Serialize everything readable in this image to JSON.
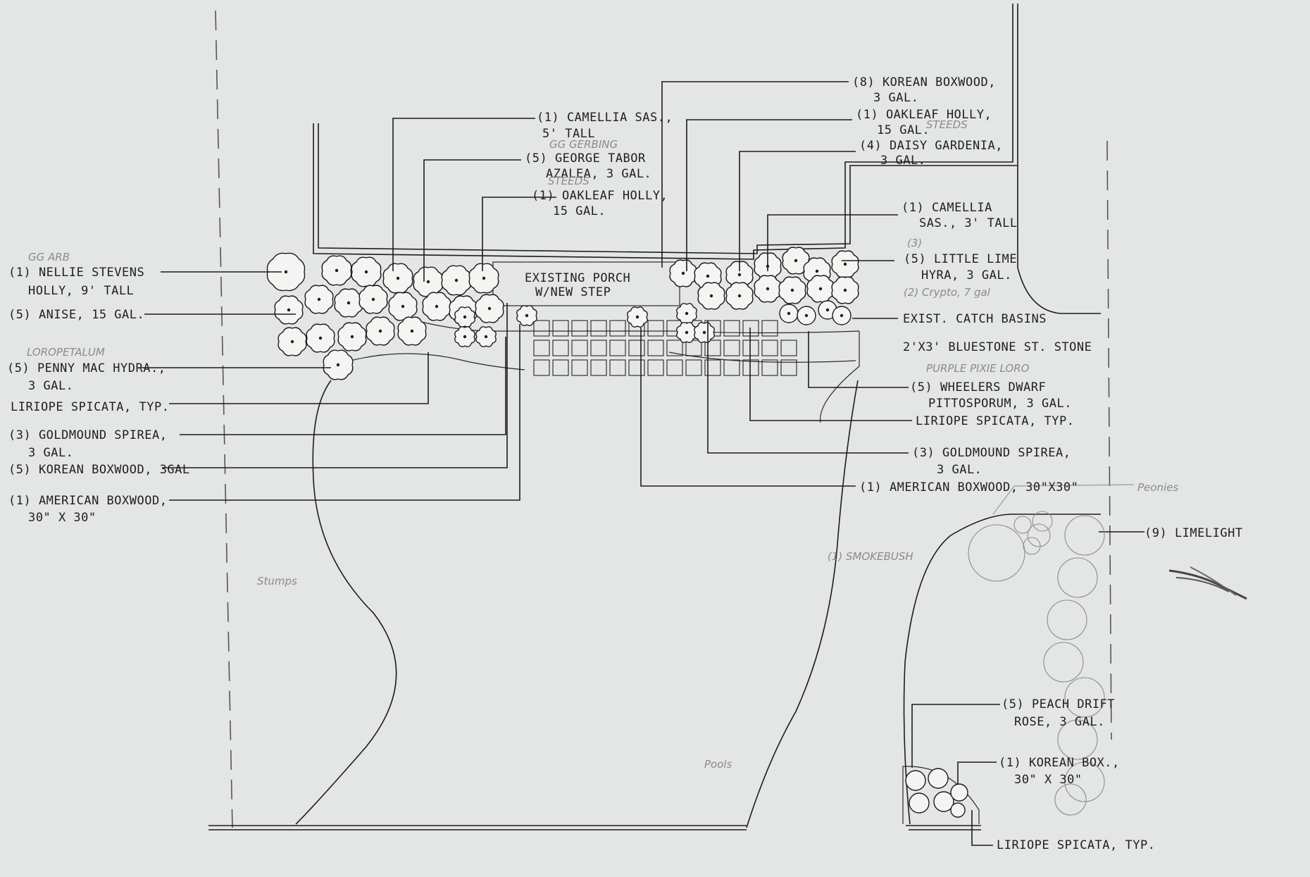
{
  "colors": {
    "paper": "#e4e6e5",
    "ink": "#1c1c1c",
    "pencil": "#8a8a8a"
  },
  "left_labels": [
    {
      "id": "nellie-pencil",
      "text": "GG ARB",
      "pencil": true
    },
    {
      "id": "nellie-1",
      "text": "(1) NELLIE STEVENS"
    },
    {
      "id": "nellie-2",
      "text": "HOLLY, 9' TALL"
    },
    {
      "id": "anise",
      "text": "(5) ANISE, 15 GAL."
    },
    {
      "id": "loropetalum-pencil",
      "text": "LOROPETALUM",
      "pencil": true
    },
    {
      "id": "penny-1",
      "text": "(5) PENNY MAC HYDRA.,"
    },
    {
      "id": "penny-2",
      "text": "3 GAL."
    },
    {
      "id": "liriope-left",
      "text": "LIRIOPE SPICATA, TYP."
    },
    {
      "id": "spirea-left-1",
      "text": "(3) GOLDMOUND SPIREA,"
    },
    {
      "id": "spirea-left-2",
      "text": "3 GAL."
    },
    {
      "id": "boxwood-left",
      "text": "(5) KOREAN BOXWOOD, 3GAL"
    },
    {
      "id": "american-left-1",
      "text": "(1) AMERICAN BOXWOOD,"
    },
    {
      "id": "american-left-2",
      "text": "30\" X 30\""
    }
  ],
  "top_labels": [
    {
      "id": "camellia-1",
      "text": "(1) CAMELLIA SAS.,"
    },
    {
      "id": "camellia-2",
      "text": "5' TALL"
    },
    {
      "id": "gerbing-pencil",
      "text": "GG GERBING",
      "pencil": true
    },
    {
      "id": "tabor-1",
      "text": "(5) GEORGE TABOR"
    },
    {
      "id": "tabor-2",
      "text": "AZALEA, 3 GAL."
    },
    {
      "id": "steeds-pencil-1",
      "text": "STEEDS",
      "pencil": true
    },
    {
      "id": "oakleaf-left-1",
      "text": "(1) OAKLEAF HOLLY,"
    },
    {
      "id": "oakleaf-left-2",
      "text": "15 GAL."
    }
  ],
  "right_labels": [
    {
      "id": "korean-8-1",
      "text": "(8) KOREAN BOXWOOD,"
    },
    {
      "id": "korean-8-2",
      "text": "3 GAL."
    },
    {
      "id": "oakleaf-right-1",
      "text": "(1) OAKLEAF HOLLY,"
    },
    {
      "id": "oakleaf-right-2",
      "text": "15 GAL."
    },
    {
      "id": "steeds-pencil-2",
      "text": "STEEDS",
      "pencil": true
    },
    {
      "id": "gardenia-1",
      "text": "(4) DAISY GARDENIA,"
    },
    {
      "id": "gardenia-2",
      "text": "3 GAL."
    },
    {
      "id": "camellia-r-1",
      "text": "(1) CAMELLIA"
    },
    {
      "id": "camellia-r-2",
      "text": "SAS., 3' TALL"
    },
    {
      "id": "three-pencil",
      "text": "(3)",
      "pencil": true
    },
    {
      "id": "lime-1",
      "text": "(5) LITTLE LIME"
    },
    {
      "id": "lime-2",
      "text": "HYRA, 3 GAL."
    },
    {
      "id": "crypto-pencil",
      "text": "(2) Crypto, 7 gal",
      "pencil": true
    },
    {
      "id": "catch",
      "text": "EXIST. CATCH BASINS"
    },
    {
      "id": "bluestone",
      "text": "2'X3' BLUESTONE ST. STONE"
    },
    {
      "id": "pixie-pencil",
      "text": "PURPLE PIXIE LORO",
      "pencil": true
    },
    {
      "id": "pitto-1",
      "text": "(5) WHEELERS DWARF"
    },
    {
      "id": "pitto-2",
      "text": "PITTOSPORUM, 3 GAL."
    },
    {
      "id": "liriope-right",
      "text": "LIRIOPE SPICATA, TYP."
    },
    {
      "id": "spirea-right-1",
      "text": "(3) GOLDMOUND SPIREA,"
    },
    {
      "id": "spirea-right-2",
      "text": "3 GAL."
    },
    {
      "id": "american-right",
      "text": "(1) AMERICAN BOXWOOD, 30\"X30\""
    }
  ],
  "porch": {
    "line1": "EXISTING PORCH",
    "line2": "W/NEW STEP"
  },
  "lower_labels": [
    {
      "id": "peonies-pencil",
      "text": "Peonies",
      "pencil": true
    },
    {
      "id": "limelight",
      "text": "(9) LIMELIGHT"
    },
    {
      "id": "smokebush",
      "text": "(1) SMOKEBUSH"
    },
    {
      "id": "stumps-pencil",
      "text": "Stumps",
      "pencil": true
    },
    {
      "id": "pools-pencil",
      "text": "Pools",
      "pencil": true
    },
    {
      "id": "peach-1",
      "text": "(5) PEACH DRIFT"
    },
    {
      "id": "peach-2",
      "text": "ROSE, 3 GAL."
    },
    {
      "id": "korean-box-1",
      "text": "(1) KOREAN BOX.,"
    },
    {
      "id": "korean-box-2",
      "text": "30\" X 30\""
    },
    {
      "id": "liriope-bottom",
      "text": "LIRIOPE SPICATA, TYP."
    }
  ]
}
